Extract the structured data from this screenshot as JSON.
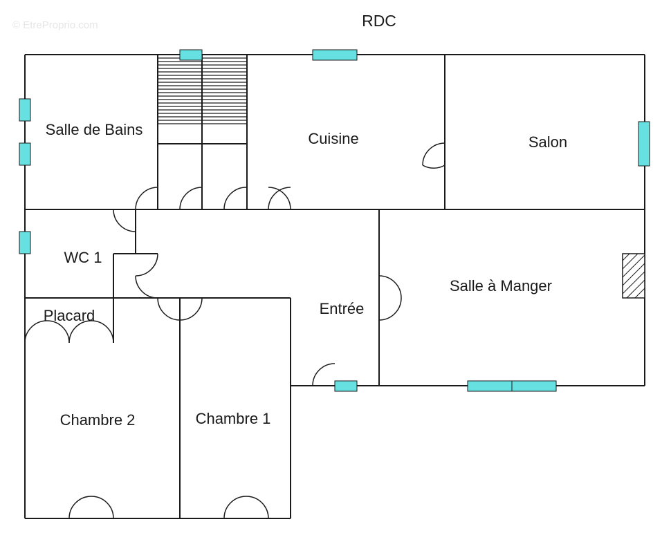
{
  "plan": {
    "title": "RDC",
    "watermark": "© EtreProprio.com",
    "colors": {
      "window": "#66e0e0",
      "wall": "#1a1a1a",
      "background": "#ffffff"
    },
    "rooms": {
      "salle_de_bains": "Salle de Bains",
      "cuisine": "Cuisine",
      "salon": "Salon",
      "wc1": "WC 1",
      "placard": "Placard",
      "entree": "Entrée",
      "salle_a_manger": "Salle à Manger",
      "chambre2": "Chambre 2",
      "chambre1": "Chambre 1"
    }
  }
}
